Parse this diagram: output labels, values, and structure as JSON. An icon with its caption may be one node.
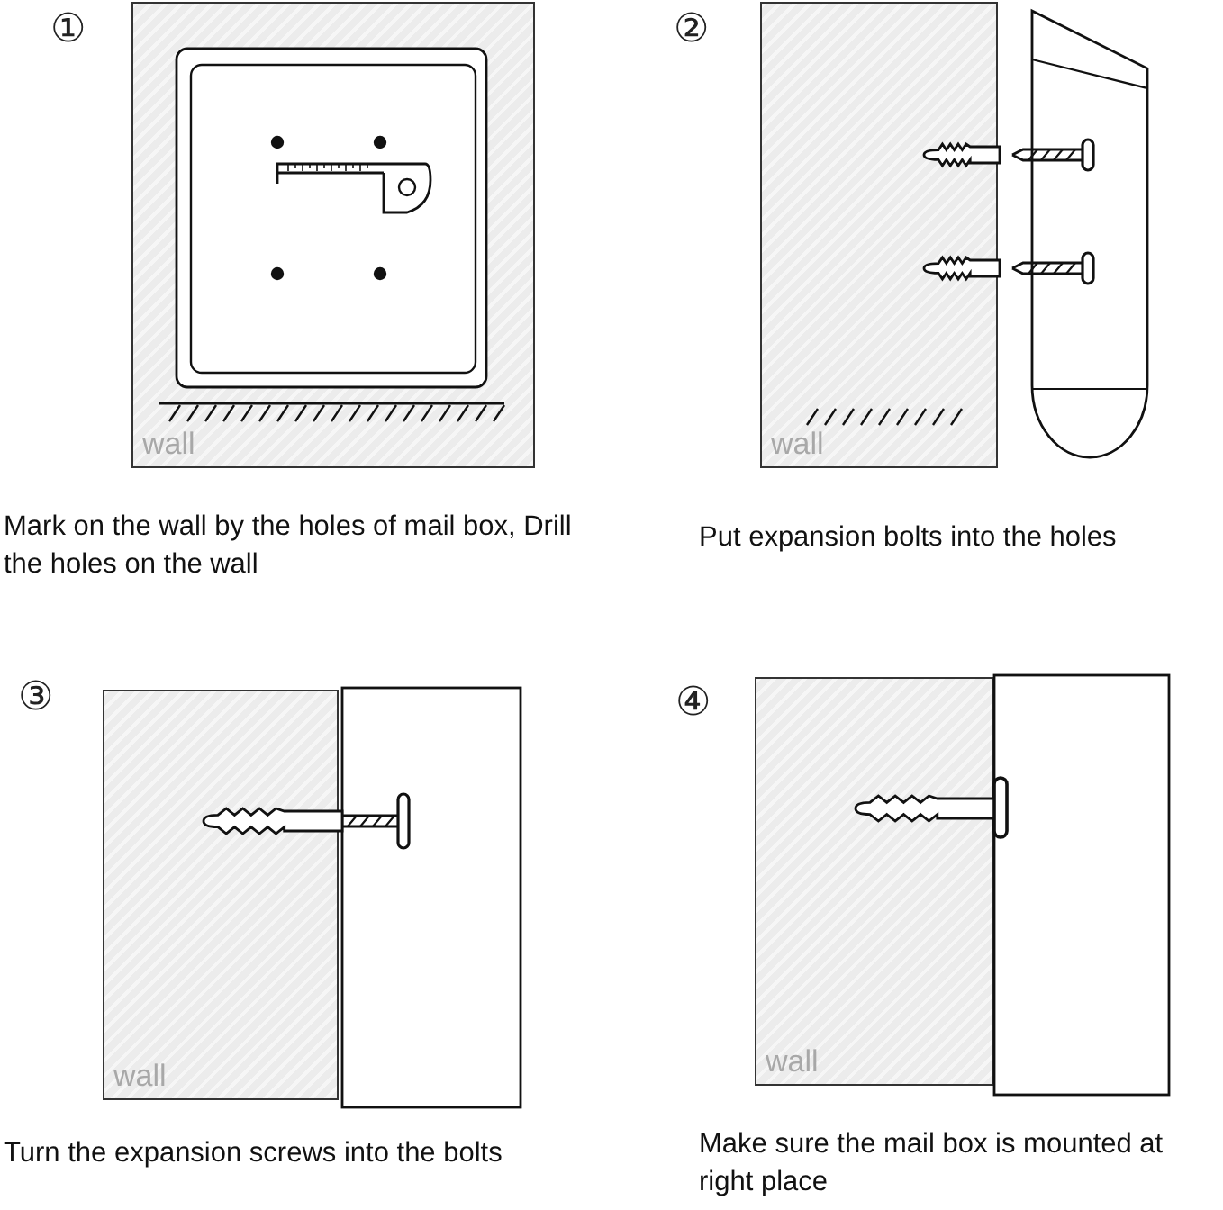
{
  "diagram": {
    "nodes": [
      {
        "text": [
          "wall"
        ]
      },
      {
        "text": [
          "wall"
        ]
      },
      {
        "text": [
          "wall"
        ]
      },
      {
        "text": [
          "wall"
        ]
      }
    ],
    "labels": [
      "①",
      "Mark on the wall by the holes of mail box, Drill the holes on the wall",
      "②",
      "Put expansion bolts into the holes",
      "③",
      "Turn the expansion screws into the bolts",
      "④",
      "Make sure the mail box is mounted at right place"
    ]
  }
}
